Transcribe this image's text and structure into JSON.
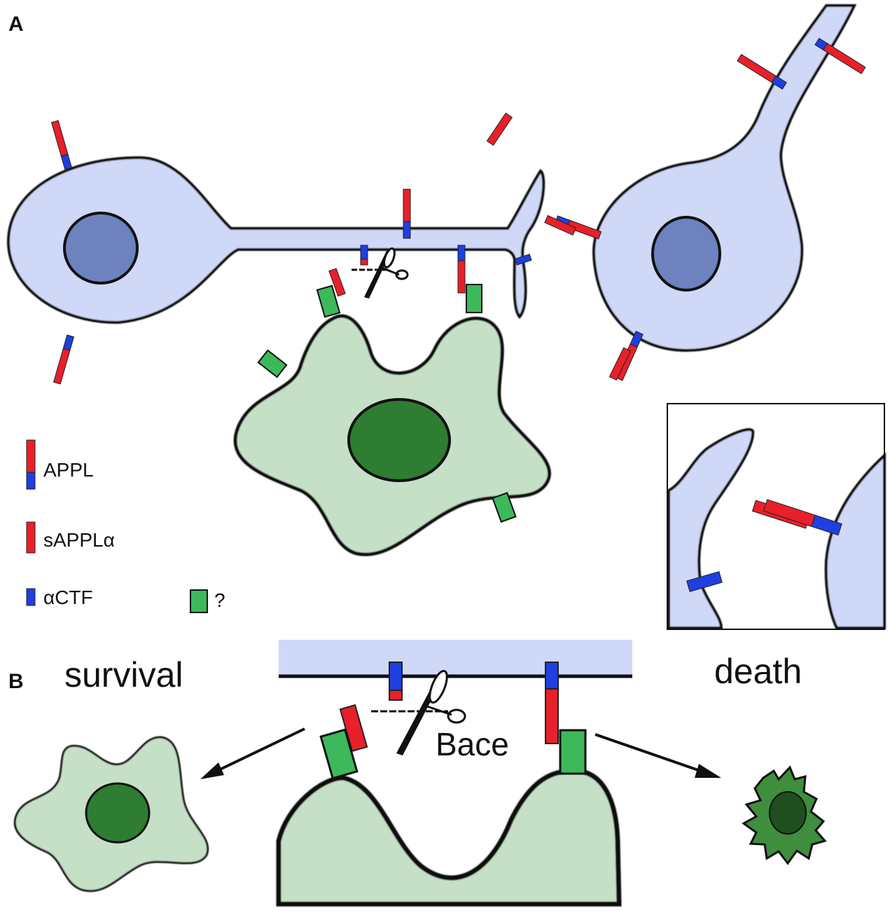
{
  "panels": {
    "a": "A",
    "b": "B"
  },
  "legend": [
    {
      "key": "appl",
      "label": "APPL"
    },
    {
      "key": "sappla",
      "label": "sAPPLα"
    },
    {
      "key": "actf",
      "label": "αCTF"
    },
    {
      "key": "unknown",
      "label": "?"
    }
  ],
  "panel_b": {
    "left_outcome": "survival",
    "right_outcome": "death",
    "enzyme": "Bace"
  },
  "colors": {
    "neuron_fill": "#cfd8f7",
    "neuron_nucleus": "#6e82c0",
    "glia_fill": "#c6e0c8",
    "glia_nucleus": "#2e7d32",
    "dying_glia": "#3e8e3e",
    "appl_red": "#e8202a",
    "actf_blue": "#1f3fe0",
    "unknown_green": "#3cb95a",
    "outline": "#111111"
  }
}
